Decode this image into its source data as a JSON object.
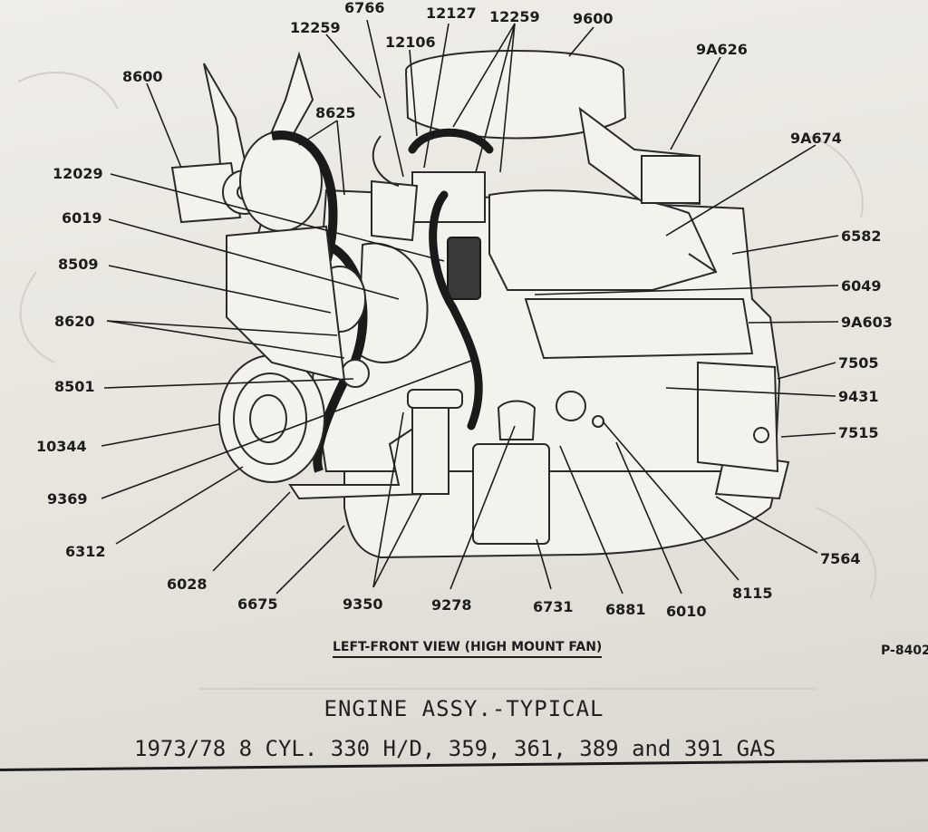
{
  "callouts": [
    {
      "label": "6766"
    },
    {
      "label": "12127"
    },
    {
      "label": "12259"
    },
    {
      "label": "9600"
    },
    {
      "label": "12259"
    },
    {
      "label": "12106"
    },
    {
      "label": "9A626"
    },
    {
      "label": "8600"
    },
    {
      "label": "8625"
    },
    {
      "label": "9A674"
    },
    {
      "label": "12029"
    },
    {
      "label": "6019"
    },
    {
      "label": "6582"
    },
    {
      "label": "8509"
    },
    {
      "label": "6049"
    },
    {
      "label": "8620"
    },
    {
      "label": "9A603"
    },
    {
      "label": "7505"
    },
    {
      "label": "8501"
    },
    {
      "label": "9431"
    },
    {
      "label": "10344"
    },
    {
      "label": "7515"
    },
    {
      "label": "9369"
    },
    {
      "label": "6312"
    },
    {
      "label": "7564"
    },
    {
      "label": "6028"
    },
    {
      "label": "8115"
    },
    {
      "label": "6675"
    },
    {
      "label": "9350"
    },
    {
      "label": "9278"
    },
    {
      "label": "6731"
    },
    {
      "label": "6881"
    },
    {
      "label": "6010"
    }
  ],
  "caption": {
    "view": "LEFT-FRONT VIEW (HIGH MOUNT FAN)",
    "plate_id": "P-8402",
    "title_line1": "ENGINE ASSY.-TYPICAL",
    "title_line2": "1973/78   8 CYL. 330 H/D, 359, 361, 389 and 391 GAS"
  },
  "colors": {
    "ink": "#1d1d1d",
    "paper": "#ece9e3"
  }
}
